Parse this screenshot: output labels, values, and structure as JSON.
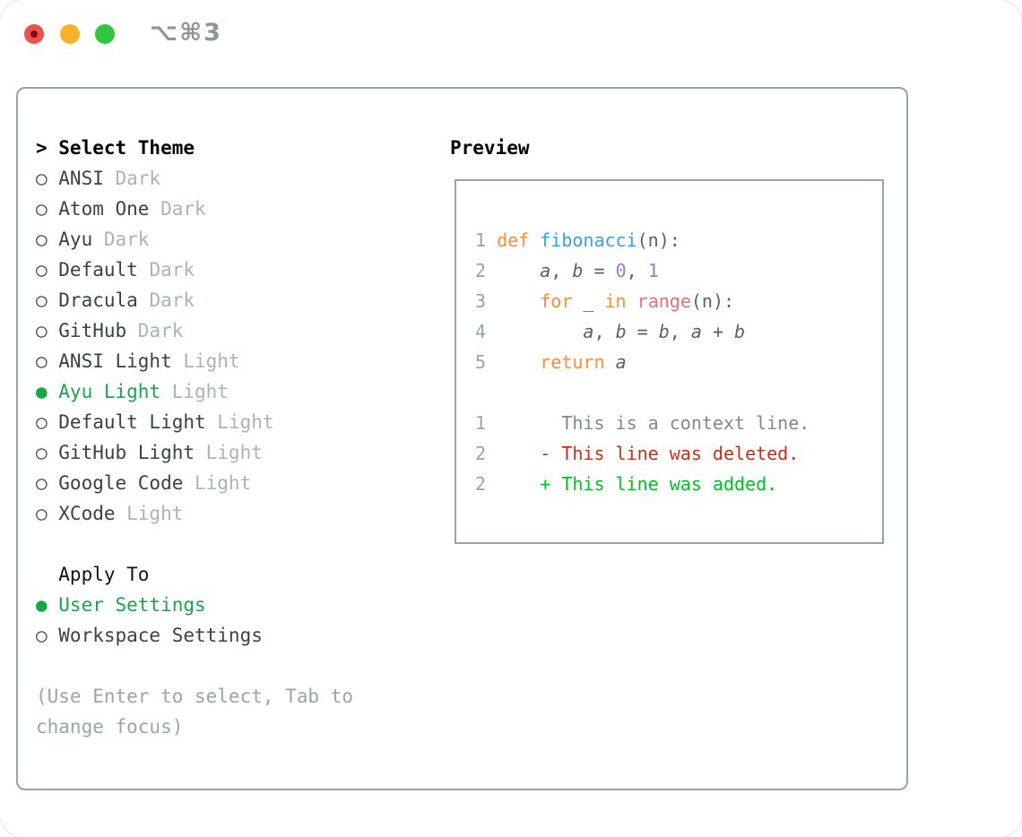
{
  "window": {
    "shortcut": "⌥⌘3"
  },
  "markers": {
    "selected": "●",
    "unselected": "○"
  },
  "theme_list": {
    "header_marker": ">",
    "header": "Select Theme",
    "items": [
      {
        "name": "ANSI",
        "tag": "Dark",
        "selected": false
      },
      {
        "name": "Atom One",
        "tag": "Dark",
        "selected": false
      },
      {
        "name": "Ayu",
        "tag": "Dark",
        "selected": false
      },
      {
        "name": "Default",
        "tag": "Dark",
        "selected": false
      },
      {
        "name": "Dracula",
        "tag": "Dark",
        "selected": false
      },
      {
        "name": "GitHub",
        "tag": "Dark",
        "selected": false
      },
      {
        "name": "ANSI Light",
        "tag": "Light",
        "selected": false
      },
      {
        "name": "Ayu Light",
        "tag": "Light",
        "selected": true
      },
      {
        "name": "Default Light",
        "tag": "Light",
        "selected": false
      },
      {
        "name": "GitHub Light",
        "tag": "Light",
        "selected": false
      },
      {
        "name": "Google Code",
        "tag": "Light",
        "selected": false
      },
      {
        "name": "XCode",
        "tag": "Light",
        "selected": false
      }
    ]
  },
  "apply_to": {
    "header": "Apply To",
    "options": [
      {
        "name": "User Settings",
        "selected": true
      },
      {
        "name": "Workspace Settings",
        "selected": false
      }
    ]
  },
  "help": {
    "lines": [
      "(Use Enter to select, Tab to",
      "change focus)"
    ]
  },
  "preview": {
    "title": "Preview",
    "code_lines": [
      {
        "num": "1",
        "tokens": [
          [
            "def",
            "kw"
          ],
          [
            " ",
            "pln"
          ],
          [
            "fibonacci",
            "fn"
          ],
          [
            "(n):",
            "pln"
          ]
        ]
      },
      {
        "num": "2",
        "tokens": [
          [
            "    ",
            "pln"
          ],
          [
            "a",
            "var"
          ],
          [
            ", ",
            "pln"
          ],
          [
            "b",
            "var"
          ],
          [
            " = ",
            "pln"
          ],
          [
            "0",
            "lit"
          ],
          [
            ", ",
            "pln"
          ],
          [
            "1",
            "lit"
          ]
        ]
      },
      {
        "num": "3",
        "tokens": [
          [
            "    ",
            "pln"
          ],
          [
            "for",
            "kw"
          ],
          [
            " _ ",
            "pln"
          ],
          [
            "in",
            "kw"
          ],
          [
            " ",
            "pln"
          ],
          [
            "range",
            "special"
          ],
          [
            "(n):",
            "pln"
          ]
        ]
      },
      {
        "num": "4",
        "tokens": [
          [
            "        ",
            "pln"
          ],
          [
            "a",
            "var"
          ],
          [
            ", ",
            "pln"
          ],
          [
            "b",
            "var"
          ],
          [
            " = ",
            "pln"
          ],
          [
            "b",
            "var"
          ],
          [
            ", ",
            "pln"
          ],
          [
            "a",
            "var"
          ],
          [
            " + ",
            "pln"
          ],
          [
            "b",
            "var"
          ]
        ]
      },
      {
        "num": "5",
        "tokens": [
          [
            "    ",
            "pln"
          ],
          [
            "return",
            "kw"
          ],
          [
            " ",
            "pln"
          ],
          [
            "a",
            "var"
          ]
        ]
      }
    ],
    "diff_lines": [
      {
        "num": "1",
        "tokens": [
          [
            "      ",
            "pln"
          ],
          [
            "This is a context line.",
            "ctx"
          ]
        ]
      },
      {
        "num": "2",
        "tokens": [
          [
            "    ",
            "pln"
          ],
          [
            "- This line was deleted.",
            "del"
          ]
        ]
      },
      {
        "num": "2",
        "tokens": [
          [
            "    ",
            "pln"
          ],
          [
            "+ This line was added.",
            "add"
          ]
        ]
      }
    ]
  },
  "colors": {
    "accent_green": "#16a848",
    "panel_border": "#99a1a9",
    "item_text": "#3a4147",
    "item_tag": "#a9b3bd",
    "help_text": "#9aa4ae",
    "line_number": "#99a1ab",
    "syntax_keyword": "#fa8c3c",
    "syntax_function": "#3a9ee6",
    "syntax_builtin": "#f07070",
    "syntax_number": "#a379cc",
    "syntax_plain": "#5b6167",
    "diff_context": "#81888e",
    "diff_deleted": "#c5301a",
    "diff_added": "#00c21f",
    "traffic_red": "#f1514d",
    "traffic_yellow": "#f7b229",
    "traffic_green": "#31c640",
    "shortcut_text": "#8d949b"
  }
}
